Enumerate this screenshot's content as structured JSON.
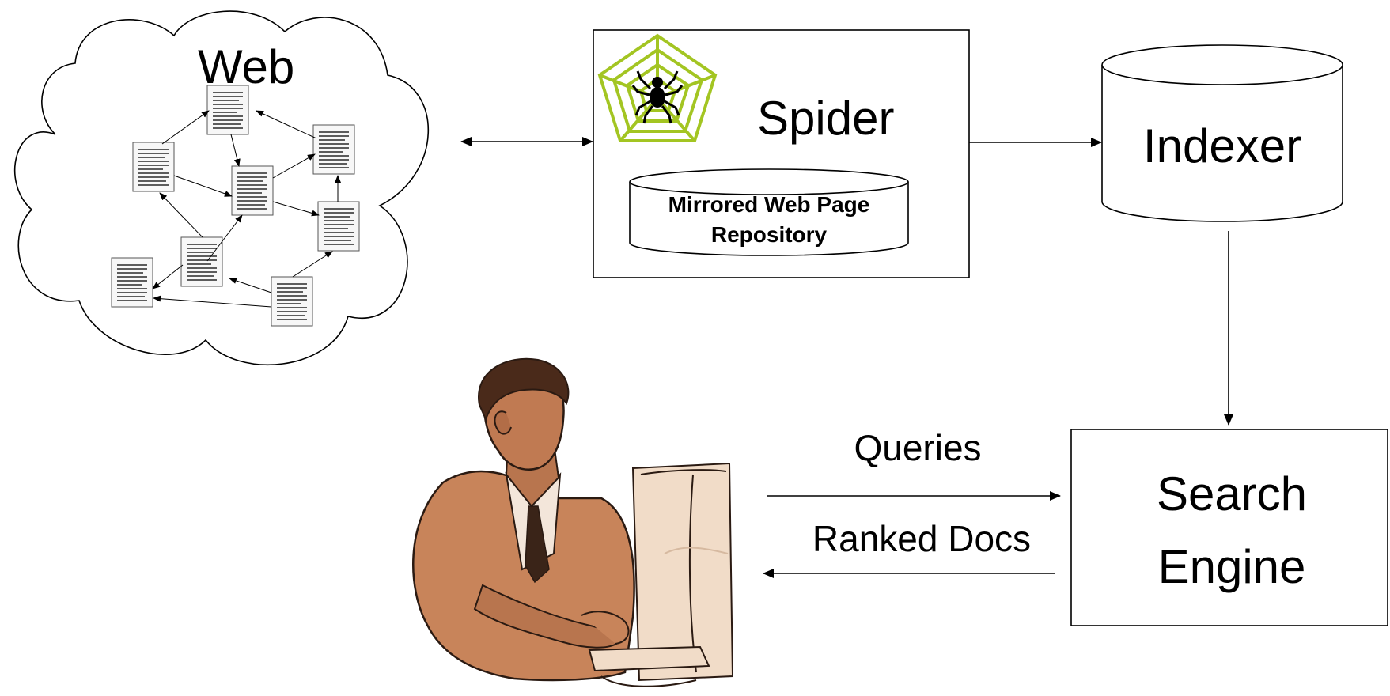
{
  "labels": {
    "web": "Web",
    "spider": "Spider",
    "repository_line1": "Mirrored Web Page",
    "repository_line2": "Repository",
    "indexer": "Indexer",
    "search_engine_line1": "Search",
    "search_engine_line2": "Engine",
    "queries": "Queries",
    "ranked_docs": "Ranked Docs"
  },
  "icons": {
    "spider": "spider-web-icon",
    "user": "user-at-computer-illustration",
    "web_page": "web-page-document-icon"
  },
  "colors": {
    "spider_web": "#a3c522",
    "line": "#000000",
    "skin": "#c8845a",
    "monitor": "#f1dcc8"
  }
}
